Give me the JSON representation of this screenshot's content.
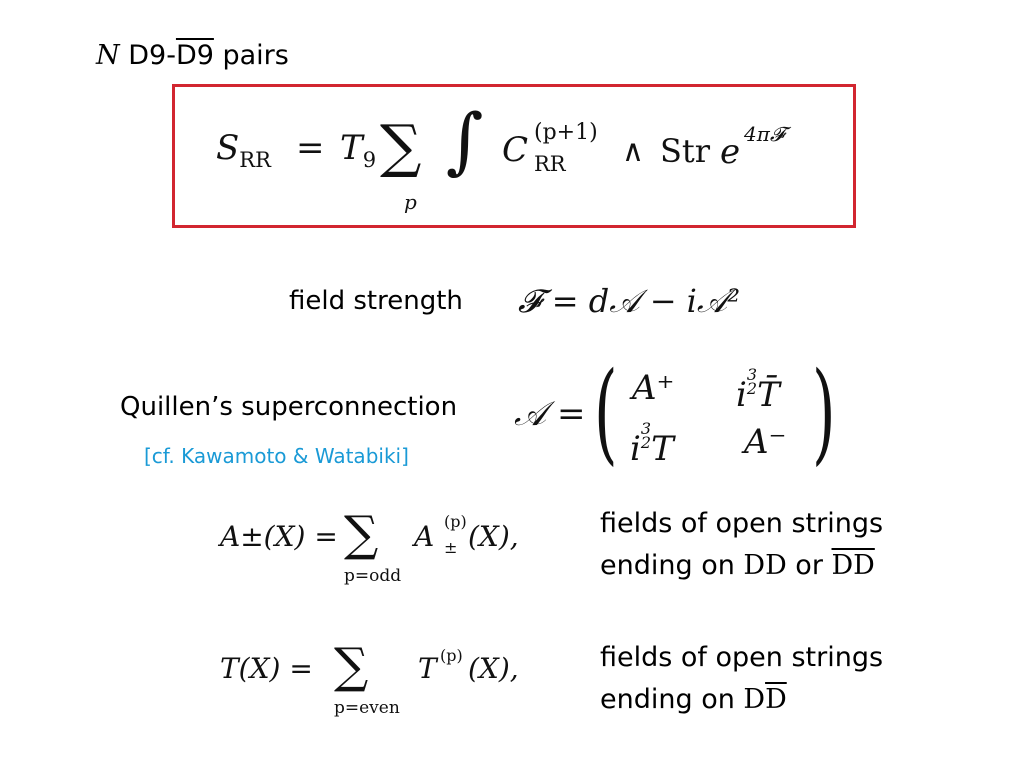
{
  "title": {
    "n": "N",
    "d9": "D9-",
    "d9bar": "D9",
    "pairs": "pairs"
  },
  "action": {
    "S": "S",
    "S_sub": "RR",
    "eq": "=",
    "T": "T",
    "T_sub": "9",
    "sum": "∑",
    "sum_index": "p",
    "integral": "∫",
    "C": "C",
    "C_sup": "(p+1)",
    "C_sub": "RR",
    "wedge": "∧",
    "str": "Str",
    "e": "e",
    "e_sup": "4π𝓕"
  },
  "field_strength": {
    "label": "field strength",
    "equation": "𝓕 = d𝒜 − i𝒜²"
  },
  "superconnection": {
    "label": "Quillen’s superconnection",
    "reference": "[cf.  Kawamoto & Watabiki]",
    "lhs": "𝒜 =",
    "m11": "A⁺",
    "m12_i": "i",
    "m12_frac_top": "3",
    "m12_frac_bot": "2",
    "m12_T": "T̄",
    "m21_i": "i",
    "m21_frac_top": "3",
    "m21_frac_bot": "2",
    "m21_T": "T",
    "m22": "A⁻"
  },
  "a_pm_sum": {
    "lhs": "A±(X) =",
    "sum": "∑",
    "index": "p=odd",
    "rhs_A": "A",
    "rhs_sup": "(p)",
    "rhs_sub": "±",
    "rhs_tail": "(X),"
  },
  "a_pm_description": {
    "line1": "fields of open strings",
    "line2_prefix": "ending on ",
    "line2_dd": "DD",
    "line2_or": " or ",
    "line2_ddbar": "DD"
  },
  "t_sum": {
    "lhs": "T(X) =",
    "sum": "∑",
    "index": "p=even",
    "rhs_T": "T",
    "rhs_sup": "(p)",
    "rhs_tail": "(X),"
  },
  "t_description": {
    "line1": "fields of open strings",
    "line2_prefix": "ending on ",
    "line2_d": "D",
    "line2_dbar": "D"
  },
  "colors": {
    "box_border": "#d22630",
    "reference_text": "#1a9ad6"
  }
}
